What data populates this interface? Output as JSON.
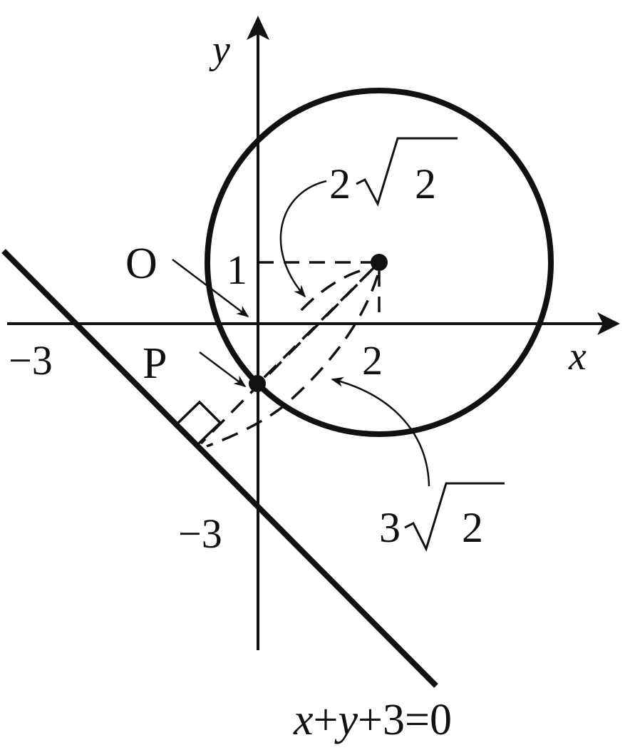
{
  "colors": {
    "ink": "#111111",
    "background": "#ffffff"
  },
  "axes": {
    "x_label": "x",
    "y_label": "y",
    "origin_label": "O"
  },
  "ticks": {
    "x_neg3": "−3",
    "x_2": "2",
    "y_1": "1",
    "y_neg3": "−3"
  },
  "point": {
    "label": "P"
  },
  "radius_label": {
    "coef": "2",
    "radicand": "2"
  },
  "distance_label": {
    "coef": "3",
    "radicand": "2"
  },
  "line": {
    "equation_parts": [
      "x",
      "+",
      "y",
      "+",
      "3",
      "=",
      "0"
    ]
  },
  "circle": {
    "center": [
      2,
      1
    ],
    "radius_value": 2.828
  }
}
